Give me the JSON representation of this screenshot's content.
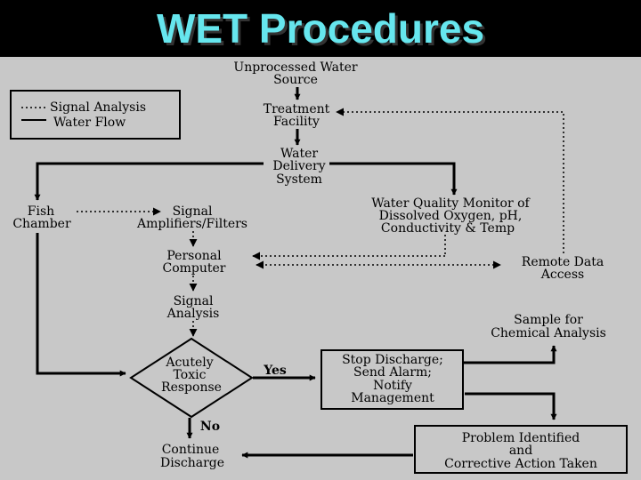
{
  "title": "WET Procedures",
  "legend": {
    "signal_analysis": "Signal Analysis",
    "water_flow": "Water Flow"
  },
  "nodes": {
    "source": [
      "Unprocessed Water",
      "Source"
    ],
    "treatment": [
      "Treatment",
      "Facility"
    ],
    "delivery": [
      "Water",
      "Delivery",
      "System"
    ],
    "monitor": [
      "Water Quality Monitor of",
      "Dissolved Oxygen, pH,",
      "Conductivity & Temp"
    ],
    "fish": [
      "Fish",
      "Chamber"
    ],
    "amplifiers": [
      "Signal",
      "Amplifiers/Filters"
    ],
    "computer": [
      "Personal",
      "Computer"
    ],
    "remote": [
      "Remote Data",
      "Access"
    ],
    "signal_analysis": [
      "Signal",
      "Analysis"
    ],
    "sample": [
      "Sample for",
      "Chemical Analysis"
    ],
    "decision": [
      "Acutely",
      "Toxic",
      "Response"
    ],
    "yes": "Yes",
    "no": "No",
    "stop": [
      "Stop Discharge;",
      "Send Alarm;",
      "Notify",
      "Management"
    ],
    "continue": [
      "Continue",
      "Discharge"
    ],
    "problem": [
      "Problem Identified",
      "and",
      "Corrective Action Taken"
    ]
  }
}
